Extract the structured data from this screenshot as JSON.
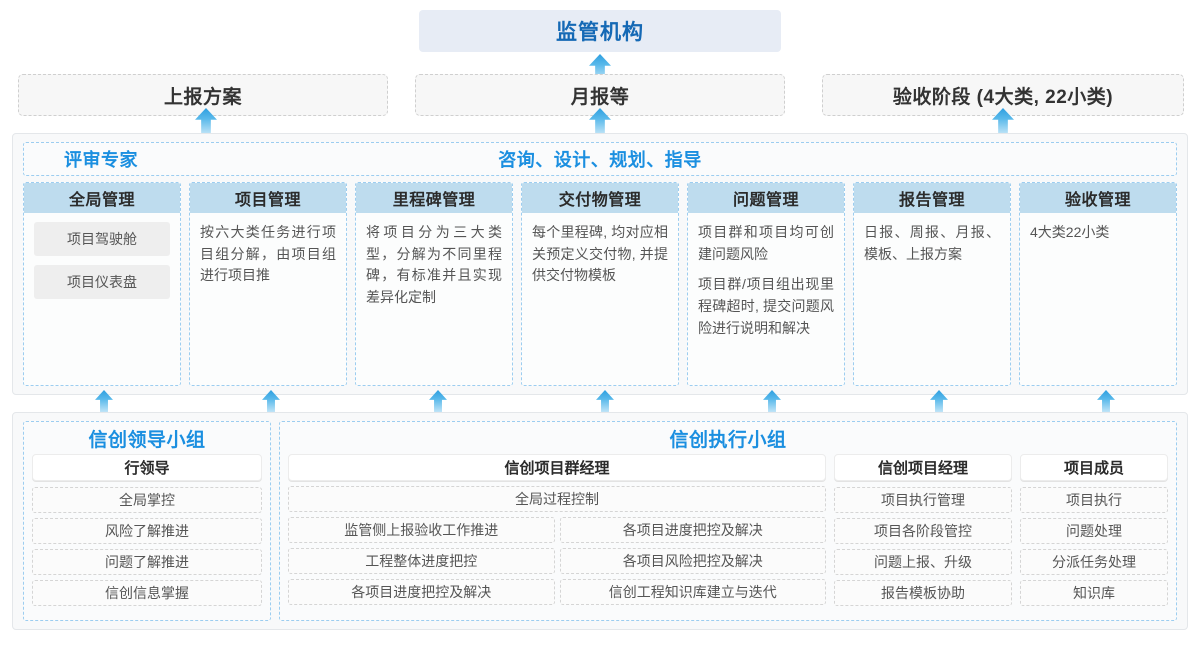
{
  "top": {
    "regulator": "监管机构",
    "reports": [
      "上报方案",
      "月报等",
      "验收阶段 (4大类, 22小类)"
    ]
  },
  "middle": {
    "header_left": "评审专家",
    "header_center": "咨询、设计、规划、指导",
    "cards": [
      {
        "title": "全局管理",
        "paragraphs": [],
        "chips": [
          "项目驾驶舱",
          "项目仪表盘"
        ]
      },
      {
        "title": "项目管理",
        "paragraphs": [
          "按六大类任务进行项目组分解，由项目组进行项目推"
        ],
        "chips": []
      },
      {
        "title": "里程碑管理",
        "paragraphs": [
          "将项目分为三大类型，分解为不同里程碑，有标准并且实现差异化定制"
        ],
        "chips": []
      },
      {
        "title": "交付物管理",
        "paragraphs": [
          "每个里程碑, 均对应相关预定义交付物, 并提供交付物模板"
        ],
        "chips": []
      },
      {
        "title": "问题管理",
        "paragraphs": [
          "项目群和项目均可创建问题风险",
          "项目群/项目组出现里程碑超时, 提交问题风险进行说明和解决"
        ],
        "chips": []
      },
      {
        "title": "报告管理",
        "paragraphs": [
          "日报、周报、月报、模板、上报方案"
        ],
        "chips": []
      },
      {
        "title": "验收管理",
        "paragraphs": [
          "4大类22小类"
        ],
        "chips": []
      }
    ]
  },
  "bottom": {
    "leader_group": {
      "title": "信创领导小组",
      "role": "行领导",
      "tasks": [
        "全局掌控",
        "风险了解推进",
        "问题了解推进",
        "信创信息掌握"
      ]
    },
    "exec_group": {
      "title": "信创执行小组",
      "program_manager": {
        "role": "信创项目群经理",
        "full_width_task": "全局过程控制",
        "tasks_left": [
          "监管侧上报验收工作推进",
          "工程整体进度把控",
          "各项目进度把控及解决"
        ],
        "tasks_right": [
          "各项目进度把控及解决",
          "各项目风险把控及解决",
          "信创工程知识库建立与迭代"
        ]
      },
      "project_manager": {
        "role": "信创项目经理",
        "tasks": [
          "项目执行管理",
          "项目各阶段管控",
          "问题上报、升级",
          "报告模板协助"
        ]
      },
      "member": {
        "role": "项目成员",
        "tasks": [
          "项目执行",
          "问题处理",
          "分派任务处理",
          "知识库"
        ]
      }
    }
  },
  "colors": {
    "brand_blue": "#1b8fe0",
    "banner_text": "#1569b5",
    "banner_bg": "#e7ecf5",
    "card_head_bg": "#bedcee",
    "dashed_blue": "#9ccdf0",
    "panel_bg": "#f8f9fa"
  }
}
